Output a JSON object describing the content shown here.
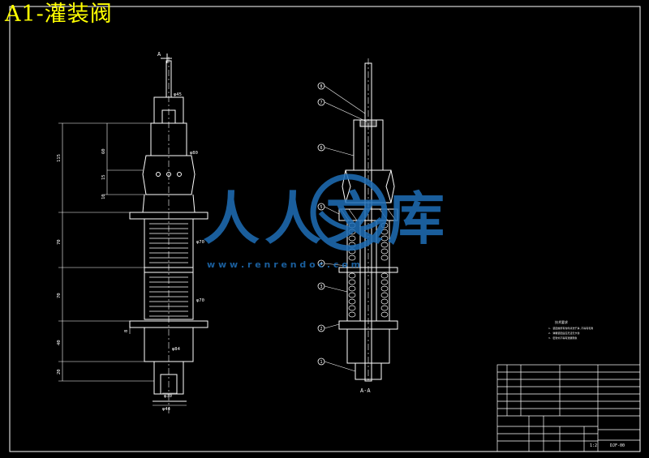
{
  "title": "A1-灌装阀",
  "section_label_top": "A",
  "section_label_bottom": "A-A",
  "watermark": {
    "chars": "人人文库",
    "url": "w w w . r e n r e n d o c . c o m"
  },
  "dimensions": {
    "d45": "φ45",
    "d80": "φ80",
    "d70a": "φ70",
    "d70b": "φ70",
    "d84": "φ84",
    "d30": "φ30",
    "d44": "φ44",
    "v115": "115",
    "v60": "60",
    "v70a": "70",
    "v70b": "70",
    "v40": "40",
    "v20": "20",
    "v15": "15",
    "v10": "10",
    "v8": "8"
  },
  "balloons": [
    "8",
    "7",
    "6",
    "5",
    "4",
    "3",
    "2",
    "1"
  ],
  "tech_notes": {
    "heading": "技术要求",
    "lines": [
      "1. 装配前所有零件清洗干净,不得有毛刺",
      "2. 弹簧装配后应灵活无卡滞",
      "3. 密封处不得有泄漏现象"
    ]
  },
  "drawing_no": "DJF-00",
  "scale": "1:2",
  "colors": {
    "outline": "#ffffff",
    "dimension": "#ffffff",
    "title": "#ffff00",
    "watermark": "#1f6fb8"
  }
}
